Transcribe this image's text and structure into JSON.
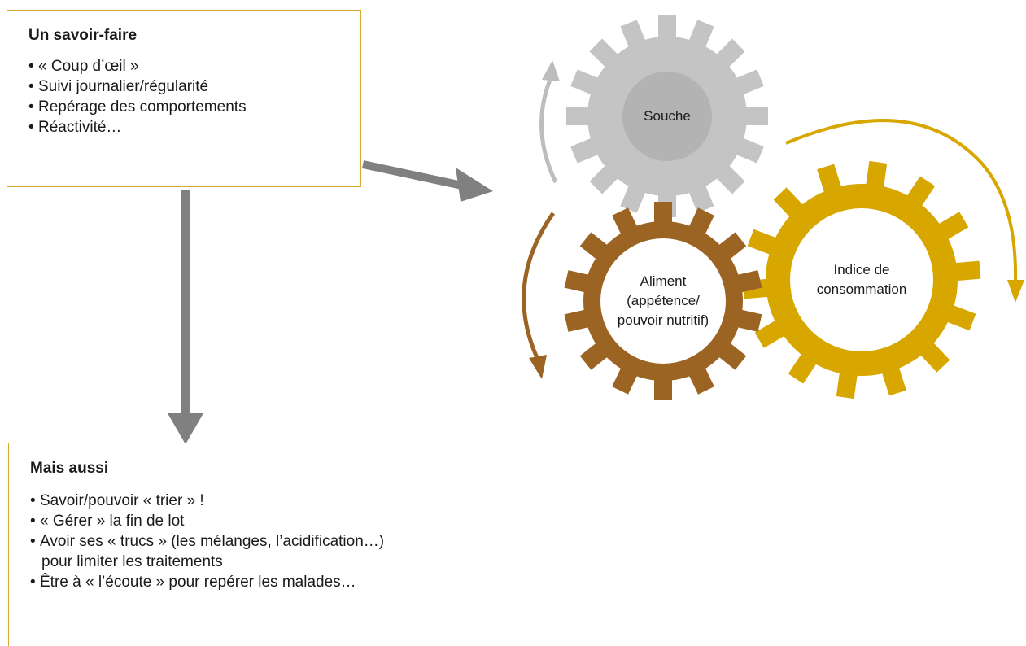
{
  "box_top": {
    "title": "Un savoir-faire",
    "items": [
      "« Coup d’œil »",
      "Suivi journalier/régularité",
      "Repérage des comportements",
      "Réactivité…"
    ]
  },
  "box_bottom": {
    "title": "Mais aussi",
    "items": [
      "Savoir/pouvoir « trier » !",
      "« Gérer » la fin de lot",
      "Avoir ses « trucs » (les mélanges, l’acidification…)",
      "pour limiter les traitements",
      "Être à « l’écoute » pour repérer les malades…"
    ]
  },
  "gears": {
    "souche": {
      "label": "Souche",
      "color": "#bdbdbd",
      "rim_color": "#c4c4c4"
    },
    "aliment": {
      "label_lines": [
        "Aliment",
        "(appétence/",
        "pouvoir nutritif)"
      ],
      "color": "#9c6423"
    },
    "indice": {
      "label_lines": [
        "Indice de",
        "consommation"
      ],
      "color": "#d7a700"
    }
  },
  "colors": {
    "box_border": "#d9a82e",
    "arrow_gray": "#808080",
    "arrow_light_gray": "#bdbdbd",
    "arrow_brown": "#9c6423",
    "arrow_gold": "#d7a700"
  }
}
